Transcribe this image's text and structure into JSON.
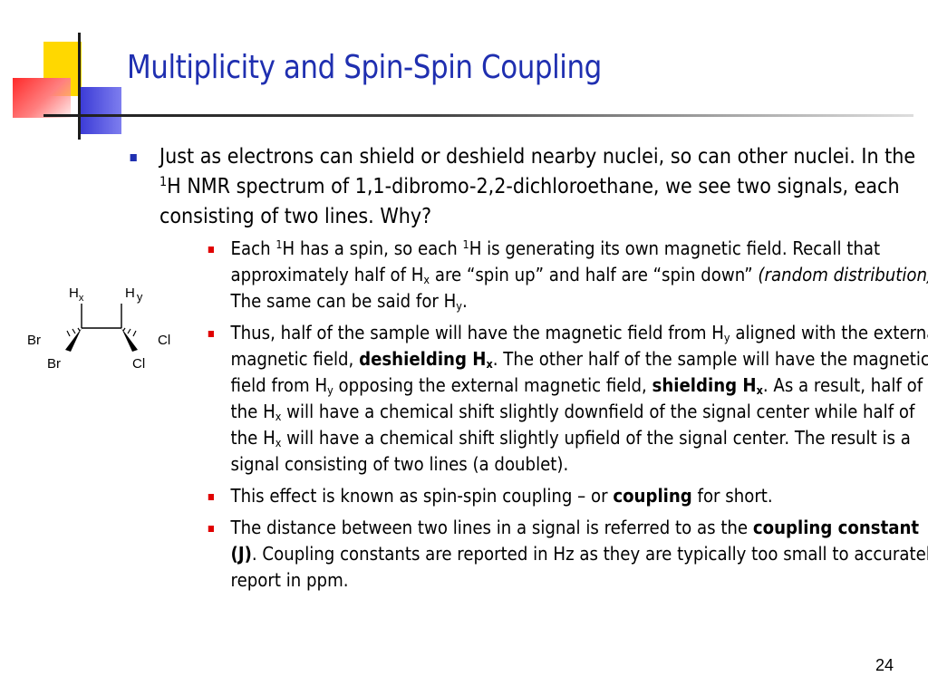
{
  "slide": {
    "title": "Multiplicity and Spin-Spin Coupling",
    "page_number": "24",
    "accent_colors": {
      "title": "#1f2fb0",
      "bullet_main": "#1f2fb0",
      "bullet_sub": "#e00000"
    }
  },
  "main_bullet": {
    "t1": "Just as electrons can shield or deshield nearby nuclei, so can other nuclei.  In the ",
    "sup1": "1",
    "t2": "H NMR spectrum of 1,1-dibromo-2,2-dichloroethane, we  see two signals, each consisting of two lines.  Why?"
  },
  "sub_bullets": {
    "b1": {
      "t1": "Each ",
      "sup1": "1",
      "t2": "H has a spin, so each ",
      "sup2": "1",
      "t3": "H is generating its own magnetic field.  Recall that approximately half of H",
      "sub1": "x",
      "t4": " are “spin up” and half are “spin down” ",
      "italic": "(random distribution)",
      "t5": ".  The same can be said for H",
      "sub2": "y",
      "t6": "."
    },
    "b2": {
      "t1": "Thus, half of the sample will have the magnetic field from H",
      "sub1": "y",
      "t2": " aligned with the external magnetic field, ",
      "bold1": "deshielding H",
      "bold1sub": "x",
      "t3": ".  The other half of the sample will have the magnetic field from H",
      "sub2": "y",
      "t4": " opposing the external magnetic field, ",
      "bold2": "shielding H",
      "bold2sub": "x",
      "t5": ".  As a result, half of the H",
      "sub3": "x",
      "t6": " will have a chemical shift slightly downfield of the signal center while half of the H",
      "sub4": "x",
      "t7": " will have a chemical shift slightly upfield of the signal center.  The result is a signal consisting of two lines (a doublet)."
    },
    "b3": {
      "t1": "This effect is known as spin-spin coupling – or ",
      "bold": "coupling",
      "t2": " for short."
    },
    "b4": {
      "t1": "The distance between two lines in a signal is referred to as the ",
      "bold": "coupling constant (J)",
      "t2": ".  Coupling constants are reported in Hz as they are typically too small to accurately report in ppm."
    }
  },
  "molecule": {
    "h_left": "H",
    "h_left_sub": "x",
    "h_right": "H",
    "h_right_sub": "y",
    "br_upper": "Br",
    "br_lower": "Br",
    "cl_upper": "Cl",
    "cl_lower": "Cl"
  }
}
